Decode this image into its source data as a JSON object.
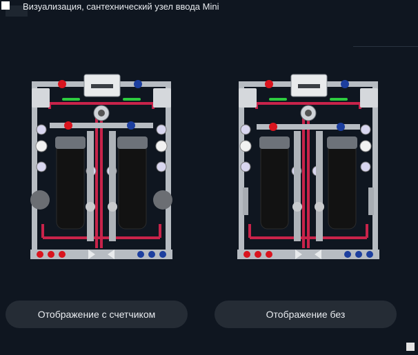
{
  "window": {
    "title": "Визуализация, сантехнический узел ввода Mini"
  },
  "diagrams": {
    "with_meter_name": "with-meter-diagram",
    "without_meter_name": "without-meter-diagram"
  },
  "buttons": {
    "with_meter": "Отображение с счетчиком",
    "without_meter": "Отображение без"
  },
  "colors": {
    "background": "#0f1620",
    "button": "#252c35",
    "pipe_red": "#c8234a",
    "valve_red": "#d9141e",
    "valve_blue": "#1c3e9e",
    "led_green": "#2ecc40",
    "filter": "#121212"
  }
}
